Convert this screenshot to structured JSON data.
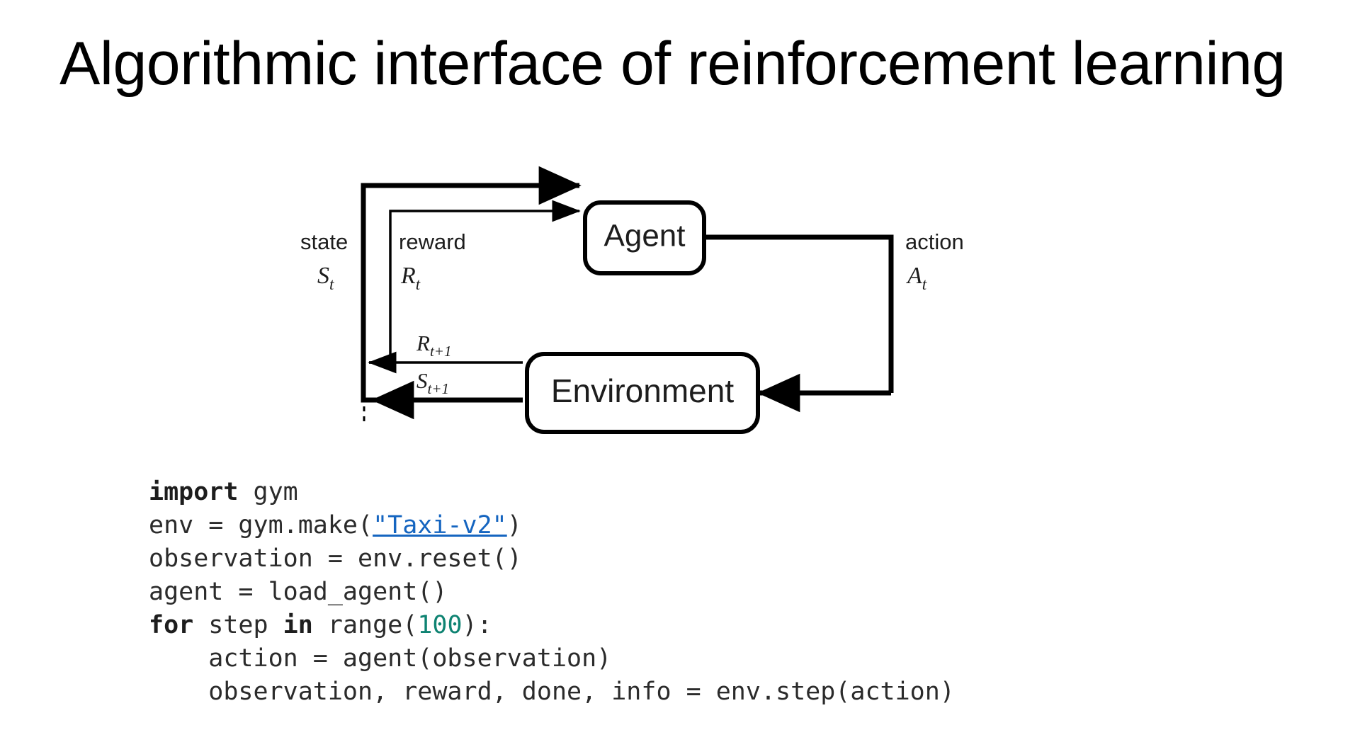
{
  "slide": {
    "title": "Algorithmic interface of reinforcement learning",
    "background_color": "#ffffff",
    "text_color": "#000000"
  },
  "diagram": {
    "name": "agent-environment-interaction-loop",
    "nodes": [
      {
        "id": "agent",
        "label": "Agent"
      },
      {
        "id": "environment",
        "label": "Environment"
      }
    ],
    "edge_labels": {
      "state_word": "state",
      "state_symbol_base": "S",
      "state_symbol_sub": "t",
      "reward_word": "reward",
      "reward_symbol_base": "R",
      "reward_symbol_sub": "t",
      "action_word": "action",
      "action_symbol_base": "A",
      "action_symbol_sub": "t",
      "next_reward_base": "R",
      "next_reward_sub": "t+1",
      "next_state_base": "S",
      "next_state_sub": "t+1"
    },
    "stroke_color": "#000000",
    "box_fill": "#ffffff"
  },
  "code": {
    "language": "python",
    "link_color": "#1565c0",
    "number_color": "#0e8372",
    "lines": [
      {
        "tokens": [
          {
            "t": "import",
            "s": "kw"
          },
          {
            "t": " gym",
            "s": "plain"
          }
        ]
      },
      {
        "tokens": [
          {
            "t": "env = gym.make(",
            "s": "plain"
          },
          {
            "t": "\"Taxi-v2\"",
            "s": "link"
          },
          {
            "t": ")",
            "s": "plain"
          }
        ]
      },
      {
        "tokens": [
          {
            "t": "observation = env.reset()",
            "s": "plain"
          }
        ]
      },
      {
        "tokens": [
          {
            "t": "agent = load_agent()",
            "s": "plain"
          }
        ]
      },
      {
        "tokens": [
          {
            "t": "for",
            "s": "kw"
          },
          {
            "t": " step ",
            "s": "plain"
          },
          {
            "t": "in",
            "s": "kw"
          },
          {
            "t": " range(",
            "s": "plain"
          },
          {
            "t": "100",
            "s": "num"
          },
          {
            "t": "):",
            "s": "plain"
          }
        ]
      },
      {
        "tokens": [
          {
            "t": "    action = agent(observation)",
            "s": "plain"
          }
        ]
      },
      {
        "tokens": [
          {
            "t": "    observation, reward, done, info = env.step(action)",
            "s": "plain"
          }
        ]
      }
    ]
  }
}
